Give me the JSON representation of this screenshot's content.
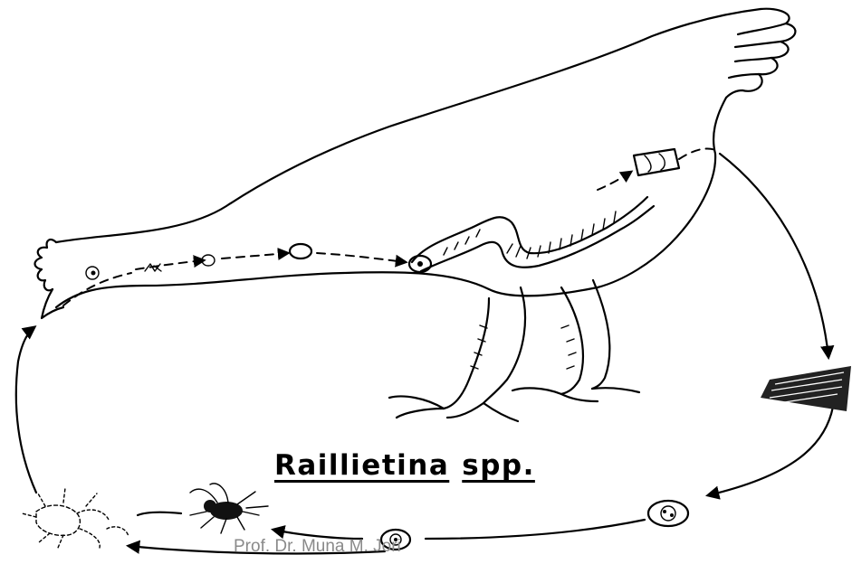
{
  "diagram": {
    "title_genus": "Raillietina",
    "title_suffix": "spp.",
    "credit": "Prof. Dr. Muna M. Jori"
  }
}
